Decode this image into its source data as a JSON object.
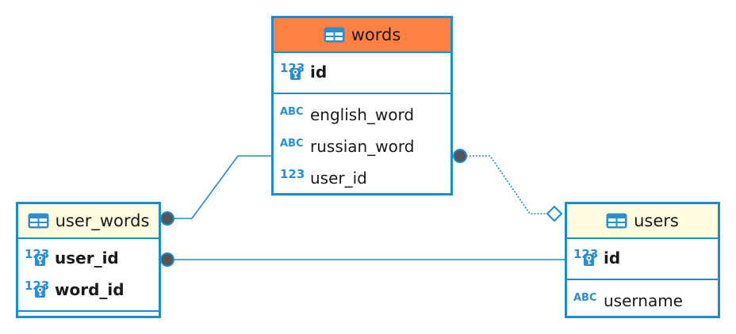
{
  "entities": {
    "words": {
      "title": "words",
      "header_color": "#ff8040",
      "columns": [
        {
          "name": "id",
          "type_icon": "123-key-icon",
          "type_text": "123",
          "primary_key": true
        },
        {
          "name": "english_word",
          "type_icon": "abc-icon",
          "type_text": "ABC",
          "primary_key": false
        },
        {
          "name": "russian_word",
          "type_icon": "abc-icon",
          "type_text": "ABC",
          "primary_key": false
        },
        {
          "name": "user_id",
          "type_icon": "123-icon",
          "type_text": "123",
          "primary_key": false
        }
      ]
    },
    "user_words": {
      "title": "user_words",
      "header_color": "#fffbdf",
      "columns": [
        {
          "name": "user_id",
          "type_icon": "123-key-icon",
          "type_text": "123",
          "primary_key": true
        },
        {
          "name": "word_id",
          "type_icon": "123-key-icon",
          "type_text": "123",
          "primary_key": true
        }
      ]
    },
    "users": {
      "title": "users",
      "header_color": "#fffbdf",
      "columns": [
        {
          "name": "id",
          "type_icon": "123-key-icon",
          "type_text": "123",
          "primary_key": true
        },
        {
          "name": "username",
          "type_icon": "abc-icon",
          "type_text": "ABC",
          "primary_key": false
        }
      ]
    }
  },
  "relationships": [
    {
      "from": "user_words",
      "to": "words",
      "style": "solid"
    },
    {
      "from": "user_words",
      "to": "users",
      "style": "solid"
    },
    {
      "from": "words",
      "to": "users",
      "style": "dotted"
    }
  ],
  "colors": {
    "border": "#1b8ccc",
    "icon_blue": "#2a8ed0",
    "connector_dot": "#555555"
  }
}
